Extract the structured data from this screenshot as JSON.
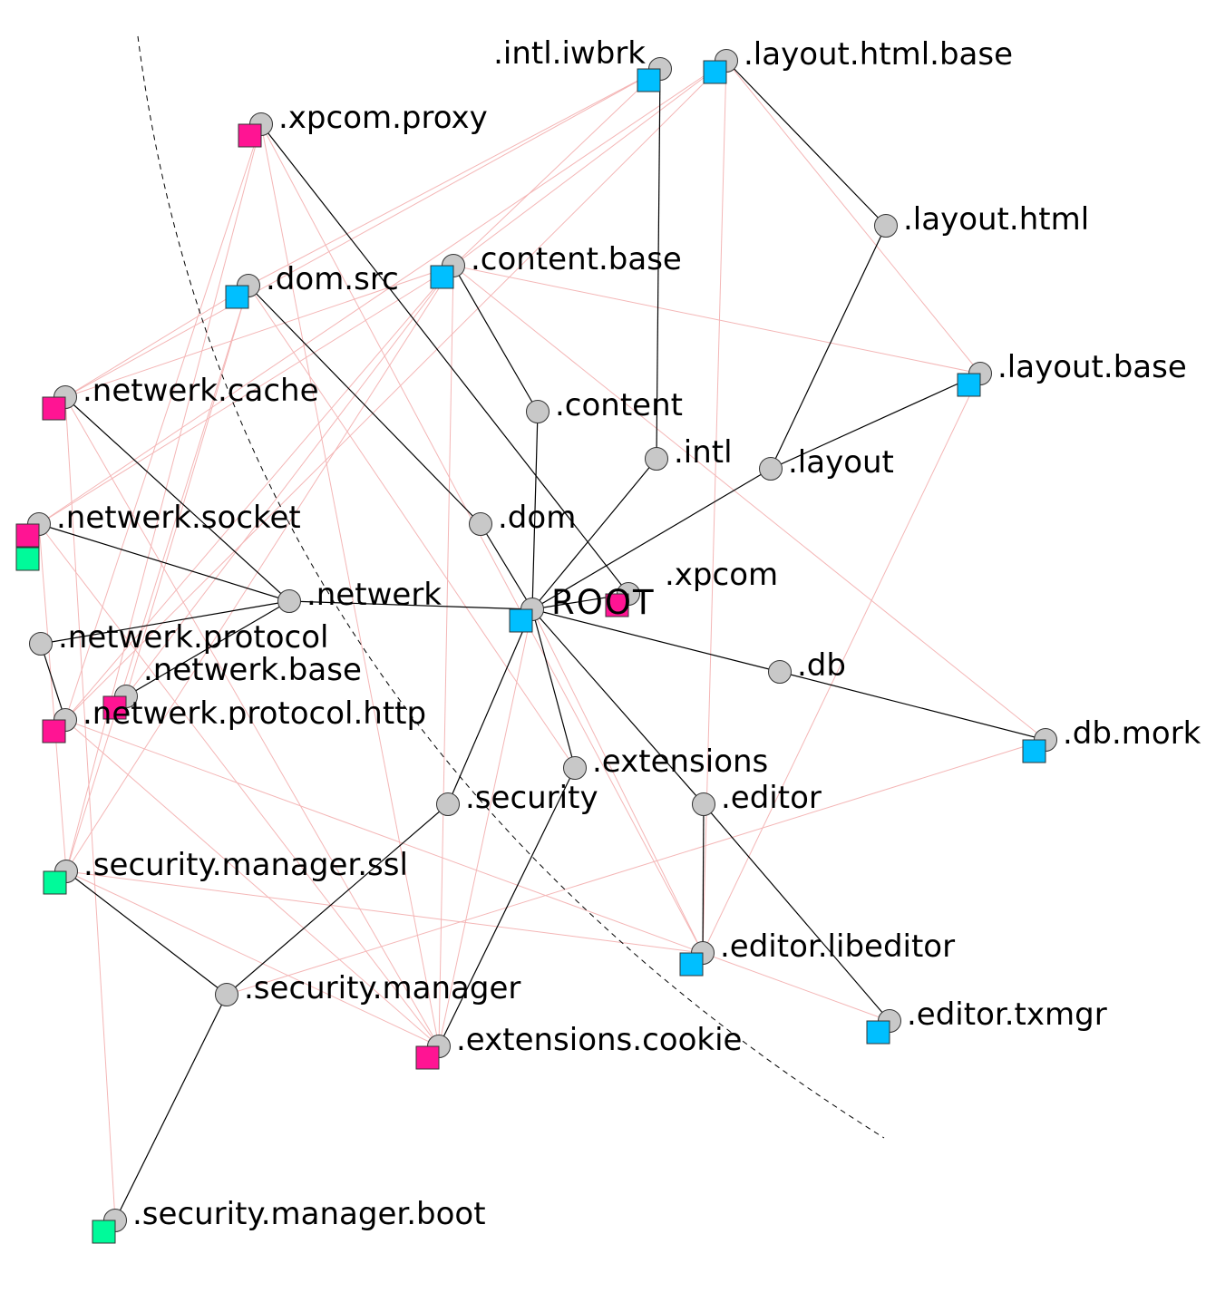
{
  "colors": {
    "node_fill": "#c8c8c8",
    "tree_edge": "#000000",
    "dep_edge": "#f4b6b6",
    "blue": "#00bfff",
    "magenta": "#ff1493",
    "green": "#00fa9a"
  },
  "nodes": [
    {
      "id": "root",
      "label": "ROOT",
      "square": "blue"
    },
    {
      "id": "xpcom",
      "label": ".xpcom",
      "square": "magenta"
    },
    {
      "id": "xpcom_proxy",
      "label": ".xpcom.proxy",
      "square": "magenta"
    },
    {
      "id": "intl_iwbrk",
      "label": ".intl.iwbrk",
      "square": "blue"
    },
    {
      "id": "layout_html_base",
      "label": ".layout.html.base",
      "square": "blue"
    },
    {
      "id": "layout_html",
      "label": ".layout.html"
    },
    {
      "id": "content_base",
      "label": ".content.base",
      "square": "blue"
    },
    {
      "id": "dom_src",
      "label": ".dom.src",
      "square": "blue"
    },
    {
      "id": "layout_base",
      "label": ".layout.base",
      "square": "blue"
    },
    {
      "id": "netwerk_cache",
      "label": ".netwerk.cache",
      "square": "magenta"
    },
    {
      "id": "content",
      "label": ".content"
    },
    {
      "id": "intl",
      "label": ".intl"
    },
    {
      "id": "layout",
      "label": ".layout"
    },
    {
      "id": "dom",
      "label": ".dom"
    },
    {
      "id": "netwerk_socket",
      "label": ".netwerk.socket",
      "square": "magenta",
      "square2": "green"
    },
    {
      "id": "netwerk",
      "label": ".netwerk"
    },
    {
      "id": "netwerk_protocol",
      "label": ".netwerk.protocol"
    },
    {
      "id": "netwerk_base",
      "label": ".netwerk.base",
      "square": "magenta"
    },
    {
      "id": "netwerk_protocol_http",
      "label": ".netwerk.protocol.http",
      "square": "magenta"
    },
    {
      "id": "db",
      "label": ".db"
    },
    {
      "id": "db_mork",
      "label": ".db.mork",
      "square": "blue"
    },
    {
      "id": "extensions",
      "label": ".extensions"
    },
    {
      "id": "security",
      "label": ".security"
    },
    {
      "id": "editor",
      "label": ".editor"
    },
    {
      "id": "security_manager_ssl",
      "label": ".security.manager.ssl",
      "square": "green"
    },
    {
      "id": "editor_libeditor",
      "label": ".editor.libeditor",
      "square": "blue"
    },
    {
      "id": "security_manager",
      "label": ".security.manager"
    },
    {
      "id": "editor_txmgr",
      "label": ".editor.txmgr",
      "square": "blue"
    },
    {
      "id": "extensions_cookie",
      "label": ".extensions.cookie",
      "square": "magenta"
    },
    {
      "id": "security_manager_boot",
      "label": ".security.manager.boot",
      "square": "green"
    }
  ],
  "tree_edges": [
    [
      "root",
      "content"
    ],
    [
      "root",
      "intl"
    ],
    [
      "root",
      "layout"
    ],
    [
      "root",
      "dom"
    ],
    [
      "root",
      "xpcom"
    ],
    [
      "root",
      "netwerk"
    ],
    [
      "root",
      "db"
    ],
    [
      "root",
      "extensions"
    ],
    [
      "root",
      "security"
    ],
    [
      "root",
      "editor"
    ],
    [
      "xpcom",
      "xpcom_proxy"
    ],
    [
      "content",
      "content_base"
    ],
    [
      "intl",
      "intl_iwbrk"
    ],
    [
      "layout",
      "layout_html"
    ],
    [
      "layout_html",
      "layout_html_base"
    ],
    [
      "layout",
      "layout_base"
    ],
    [
      "dom",
      "dom_src"
    ],
    [
      "netwerk",
      "netwerk_cache"
    ],
    [
      "netwerk",
      "netwerk_socket"
    ],
    [
      "netwerk",
      "netwerk_protocol"
    ],
    [
      "netwerk",
      "netwerk_base"
    ],
    [
      "netwerk_protocol",
      "netwerk_protocol_http"
    ],
    [
      "db",
      "db_mork"
    ],
    [
      "extensions",
      "extensions_cookie"
    ],
    [
      "security",
      "security_manager"
    ],
    [
      "security_manager",
      "security_manager_ssl"
    ],
    [
      "security_manager",
      "security_manager_boot"
    ],
    [
      "editor",
      "editor_libeditor"
    ],
    [
      "editor",
      "editor_txmgr"
    ]
  ],
  "dependency_edges": [
    [
      "intl_iwbrk",
      "dom_src"
    ],
    [
      "intl_iwbrk",
      "content_base"
    ],
    [
      "intl_iwbrk",
      "netwerk_cache"
    ],
    [
      "layout_html_base",
      "content_base"
    ],
    [
      "layout_html_base",
      "netwerk_socket"
    ],
    [
      "layout_html_base",
      "layout_base"
    ],
    [
      "layout_html_base",
      "editor_libeditor"
    ],
    [
      "layout_html_base",
      "netwerk_protocol_http"
    ],
    [
      "content_base",
      "netwerk_cache"
    ],
    [
      "content_base",
      "netwerk_socket"
    ],
    [
      "content_base",
      "netwerk_protocol_http"
    ],
    [
      "content_base",
      "netwerk_base"
    ],
    [
      "content_base",
      "layout_base"
    ],
    [
      "content_base",
      "db_mork"
    ],
    [
      "content_base",
      "security_manager_ssl"
    ],
    [
      "content_base",
      "extensions_cookie"
    ],
    [
      "xpcom_proxy",
      "netwerk_protocol_http"
    ],
    [
      "xpcom_proxy",
      "security_manager_ssl"
    ],
    [
      "xpcom_proxy",
      "extensions_cookie"
    ],
    [
      "xpcom_proxy",
      "editor_libeditor"
    ],
    [
      "dom_src",
      "netwerk_base"
    ],
    [
      "dom_src",
      "netwerk_cache"
    ],
    [
      "dom_src",
      "security_manager_ssl"
    ],
    [
      "dom_src",
      "extensions"
    ],
    [
      "netwerk_cache",
      "security_manager_boot"
    ],
    [
      "netwerk_cache",
      "extensions_cookie"
    ],
    [
      "netwerk_socket",
      "extensions_cookie"
    ],
    [
      "netwerk_socket",
      "security_manager_ssl"
    ],
    [
      "netwerk_protocol_http",
      "editor_libeditor"
    ],
    [
      "netwerk_protocol_http",
      "extensions_cookie"
    ],
    [
      "security_manager_ssl",
      "editor_libeditor"
    ],
    [
      "security_manager_ssl",
      "extensions_cookie"
    ],
    [
      "db_mork",
      "security_manager"
    ],
    [
      "layout_base",
      "editor_libeditor"
    ],
    [
      "editor_libeditor",
      "editor_txmgr"
    ],
    [
      "editor_libeditor",
      "root"
    ],
    [
      "extensions_cookie",
      "root"
    ]
  ]
}
